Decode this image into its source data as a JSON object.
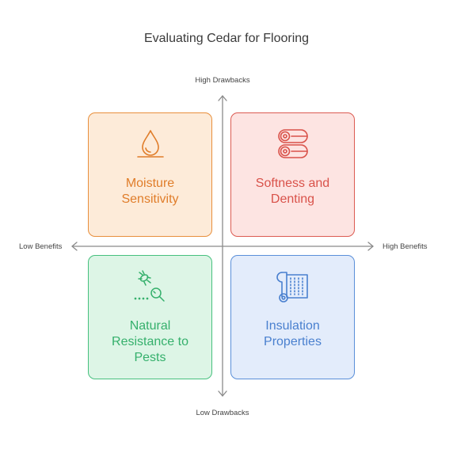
{
  "title": "Evaluating Cedar for Flooring",
  "axes": {
    "top": "High Drawbacks",
    "bottom": "Low Drawbacks",
    "left": "Low Benefits",
    "right": "High Benefits"
  },
  "quadrants": {
    "top_left": {
      "line1": "Moisture",
      "line2": "Sensitivity",
      "line3": "",
      "icon": "water-drop-icon",
      "color": "#e88f3c"
    },
    "top_right": {
      "line1": "Softness and",
      "line2": "Denting",
      "line3": "",
      "icon": "wood-logs-icon",
      "color": "#dc5b52"
    },
    "bottom_left": {
      "line1": "Natural",
      "line2": "Resistance to",
      "line3": "Pests",
      "icon": "bug-search-icon",
      "color": "#46c07e"
    },
    "bottom_right": {
      "line1": "Insulation",
      "line2": "Properties",
      "line3": "",
      "icon": "insulation-roll-icon",
      "color": "#5a8fd9"
    }
  }
}
